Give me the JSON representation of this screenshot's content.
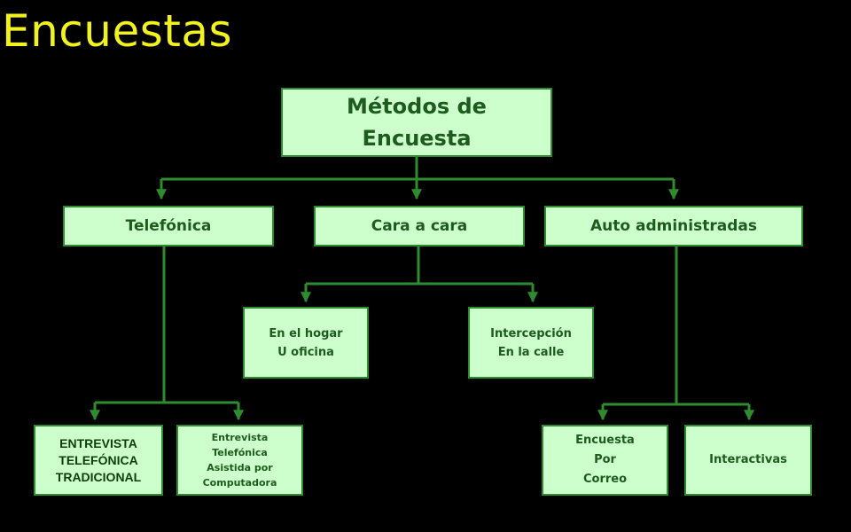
{
  "title": "Encuestas",
  "colors": {
    "background": "#000000",
    "title": "#f2f21e",
    "box_fill": "#ccffcc",
    "box_border": "#2e8b2e",
    "box_text": "#1e5b1e",
    "connector": "#2e8b2e"
  },
  "diagram": {
    "root": {
      "lines": [
        "Métodos de",
        "Encuesta"
      ]
    },
    "telefonica": {
      "label": "Telefónica"
    },
    "cara": {
      "label": "Cara a cara"
    },
    "auto": {
      "label": "Auto administradas"
    },
    "hogar": {
      "lines": [
        "En el hogar",
        "U oficina"
      ]
    },
    "intercepcion": {
      "lines": [
        "Intercepción",
        "En la calle"
      ]
    },
    "tradicional": {
      "lines": [
        "ENTREVISTA",
        "TELEFÓNICA",
        "TRADICIONAL"
      ]
    },
    "asistida": {
      "lines": [
        "Entrevista",
        "Telefónica",
        "Asistida por",
        "Computadora"
      ]
    },
    "correo": {
      "lines": [
        "Encuesta",
        "Por",
        "Correo"
      ]
    },
    "interactivas": {
      "label": "Interactivas"
    }
  }
}
